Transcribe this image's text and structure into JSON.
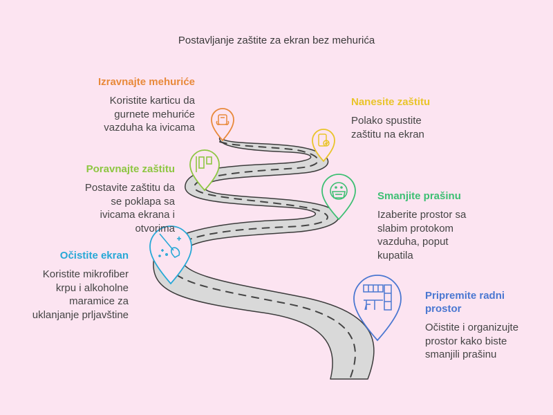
{
  "title": "Postavljanje zaštite za ekran bez mehurića",
  "colors": {
    "background": "#fce4f1",
    "road": "#d9d9d9",
    "road_edge": "#3b3b3b",
    "dash": "#444444"
  },
  "steps": [
    {
      "heading": "Izravnajte mehuriće",
      "lines": [
        "Koristite karticu da",
        "gurnete mehuriće",
        "vazduha ka ivicama"
      ],
      "color": "#e8893a",
      "icon": "hand-card-icon"
    },
    {
      "heading": "Nanesite zaštitu",
      "lines": [
        "Polako spustite",
        "zaštitu na ekran"
      ],
      "color": "#e9c42a",
      "icon": "phone-check-icon"
    },
    {
      "heading": "Poravnajte zaštitu",
      "lines": [
        "Postavite zaštitu da",
        "se poklapa sa",
        "ivicama ekrana i",
        "otvorima"
      ],
      "color": "#8dc641",
      "icon": "align-icon"
    },
    {
      "heading": "Smanjite prašinu",
      "lines": [
        "Izaberite prostor sa",
        "slabim protokom",
        "vazduha, poput",
        "kupatila"
      ],
      "color": "#3dbf73",
      "icon": "mask-face-icon"
    },
    {
      "heading": "Očistite ekran",
      "lines": [
        "Koristite mikrofiber",
        "krpu i alkoholne",
        "maramice za",
        "uklanjanje prljavštine"
      ],
      "color": "#27a8d6",
      "icon": "broom-sparkle-icon"
    },
    {
      "heading": "Pripremite radni",
      "heading2": "prostor",
      "lines": [
        "Očistite i organizujte",
        "prostor kako biste",
        "smanjili prašinu"
      ],
      "color": "#4a77d1",
      "icon": "workspace-icon"
    }
  ]
}
